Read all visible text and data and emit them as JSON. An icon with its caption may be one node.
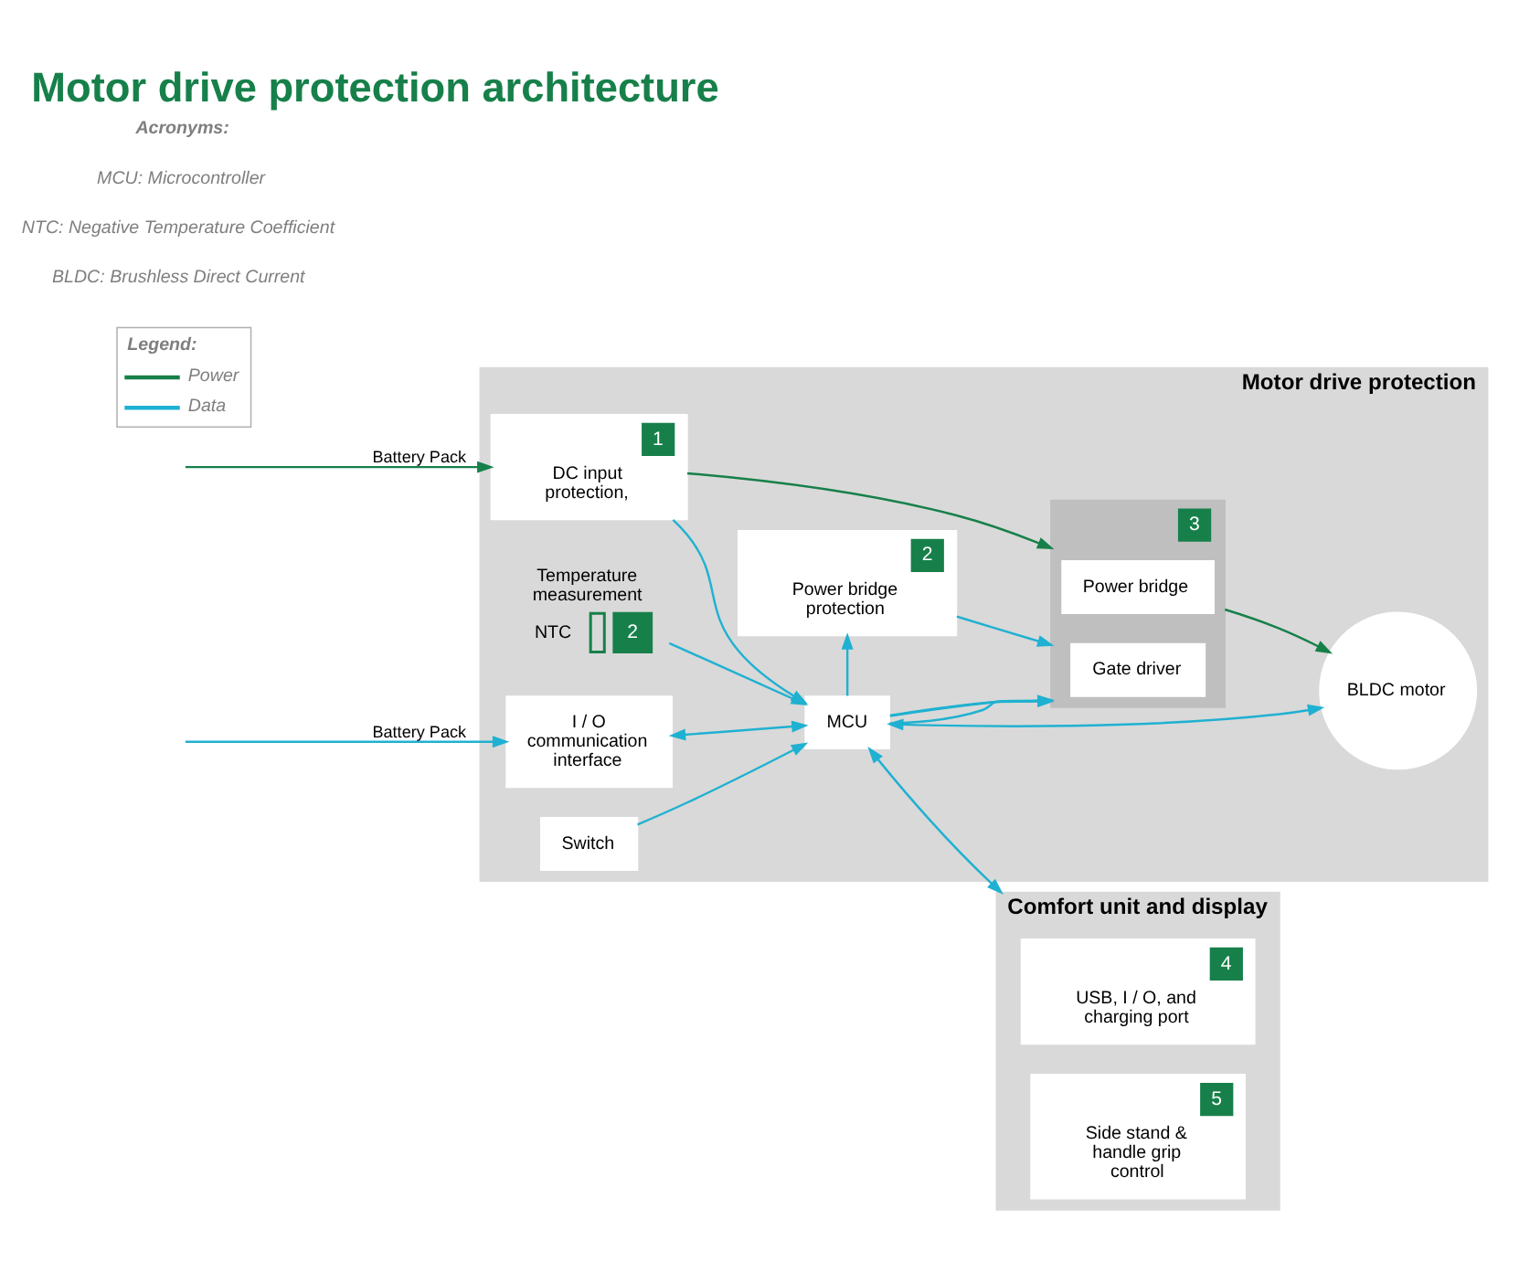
{
  "diagram": {
    "title": "Motor drive protection architecture",
    "nodes": [
      {
        "text": [
          "Motor drive protection"
        ]
      },
      {
        "text": [
          "1",
          "DC input protection,"
        ],
        "in": 0
      },
      {
        "text": [
          "3"
        ],
        "in": 0
      },
      {
        "text": [
          "Power bridge"
        ],
        "in": 2
      },
      {
        "text": [
          "Gate driver"
        ],
        "in": 2
      },
      {
        "text": [
          "2",
          "Power bridge protection"
        ],
        "in": 0
      },
      {
        "text": [
          "Temperature measurement",
          "NTC",
          "2"
        ],
        "in": 0
      },
      {
        "text": [
          "BLDC motor"
        ],
        "in": 0
      },
      {
        "text": [
          "MCU"
        ],
        "in": 0
      },
      {
        "text": [
          "I / O communication interface"
        ],
        "in": 0
      },
      {
        "text": [
          "Switch"
        ],
        "in": 0
      },
      {
        "text": [
          "Comfort unit and display"
        ]
      },
      {
        "text": [
          "4",
          "USB, I / O, and charging port"
        ],
        "in": 11
      },
      {
        "text": [
          "5",
          "Side stand & handle grip control"
        ],
        "in": 11
      }
    ],
    "edges": [
      {
        "from": null,
        "to": 1,
        "arrow": "to",
        "label": "Battery Pack",
        "color": "#17804a"
      },
      {
        "from": 1,
        "to": 2,
        "arrow": "to",
        "color": "#17804a"
      },
      {
        "from": 2,
        "to": 7,
        "arrow": "to",
        "color": "#17804a"
      },
      {
        "from": 5,
        "to": 2,
        "arrow": "to"
      },
      {
        "from": 8,
        "to": 2,
        "arrow": "to"
      },
      {
        "from": 8,
        "to": 2,
        "arrow": "to"
      },
      {
        "from": 8,
        "to": 2,
        "arrow": "to"
      },
      {
        "from": 8,
        "to": 5,
        "arrow": "to"
      },
      {
        "from": 1,
        "to": 8,
        "arrow": "to"
      },
      {
        "from": 6,
        "to": 8,
        "arrow": "to"
      },
      {
        "from": 8,
        "to": 7,
        "arrow": "both"
      },
      {
        "from": 9,
        "to": 8,
        "arrow": "both"
      },
      {
        "from": 10,
        "to": 8,
        "arrow": "to"
      },
      {
        "from": 8,
        "to": 11,
        "arrow": "both"
      },
      {
        "from": null,
        "to": 9,
        "arrow": "to",
        "label": "Battery Pack"
      }
    ],
    "labels": [
      "Legend:",
      "Acronyms:",
      "MCU: Microcontroller",
      "NTC: Negative Temperature Coefficient",
      "BLDC: Brushless Direct Current"
    ],
    "legend": [
      {
        "text": "Power"
      },
      {
        "text": "Data"
      }
    ]
  }
}
